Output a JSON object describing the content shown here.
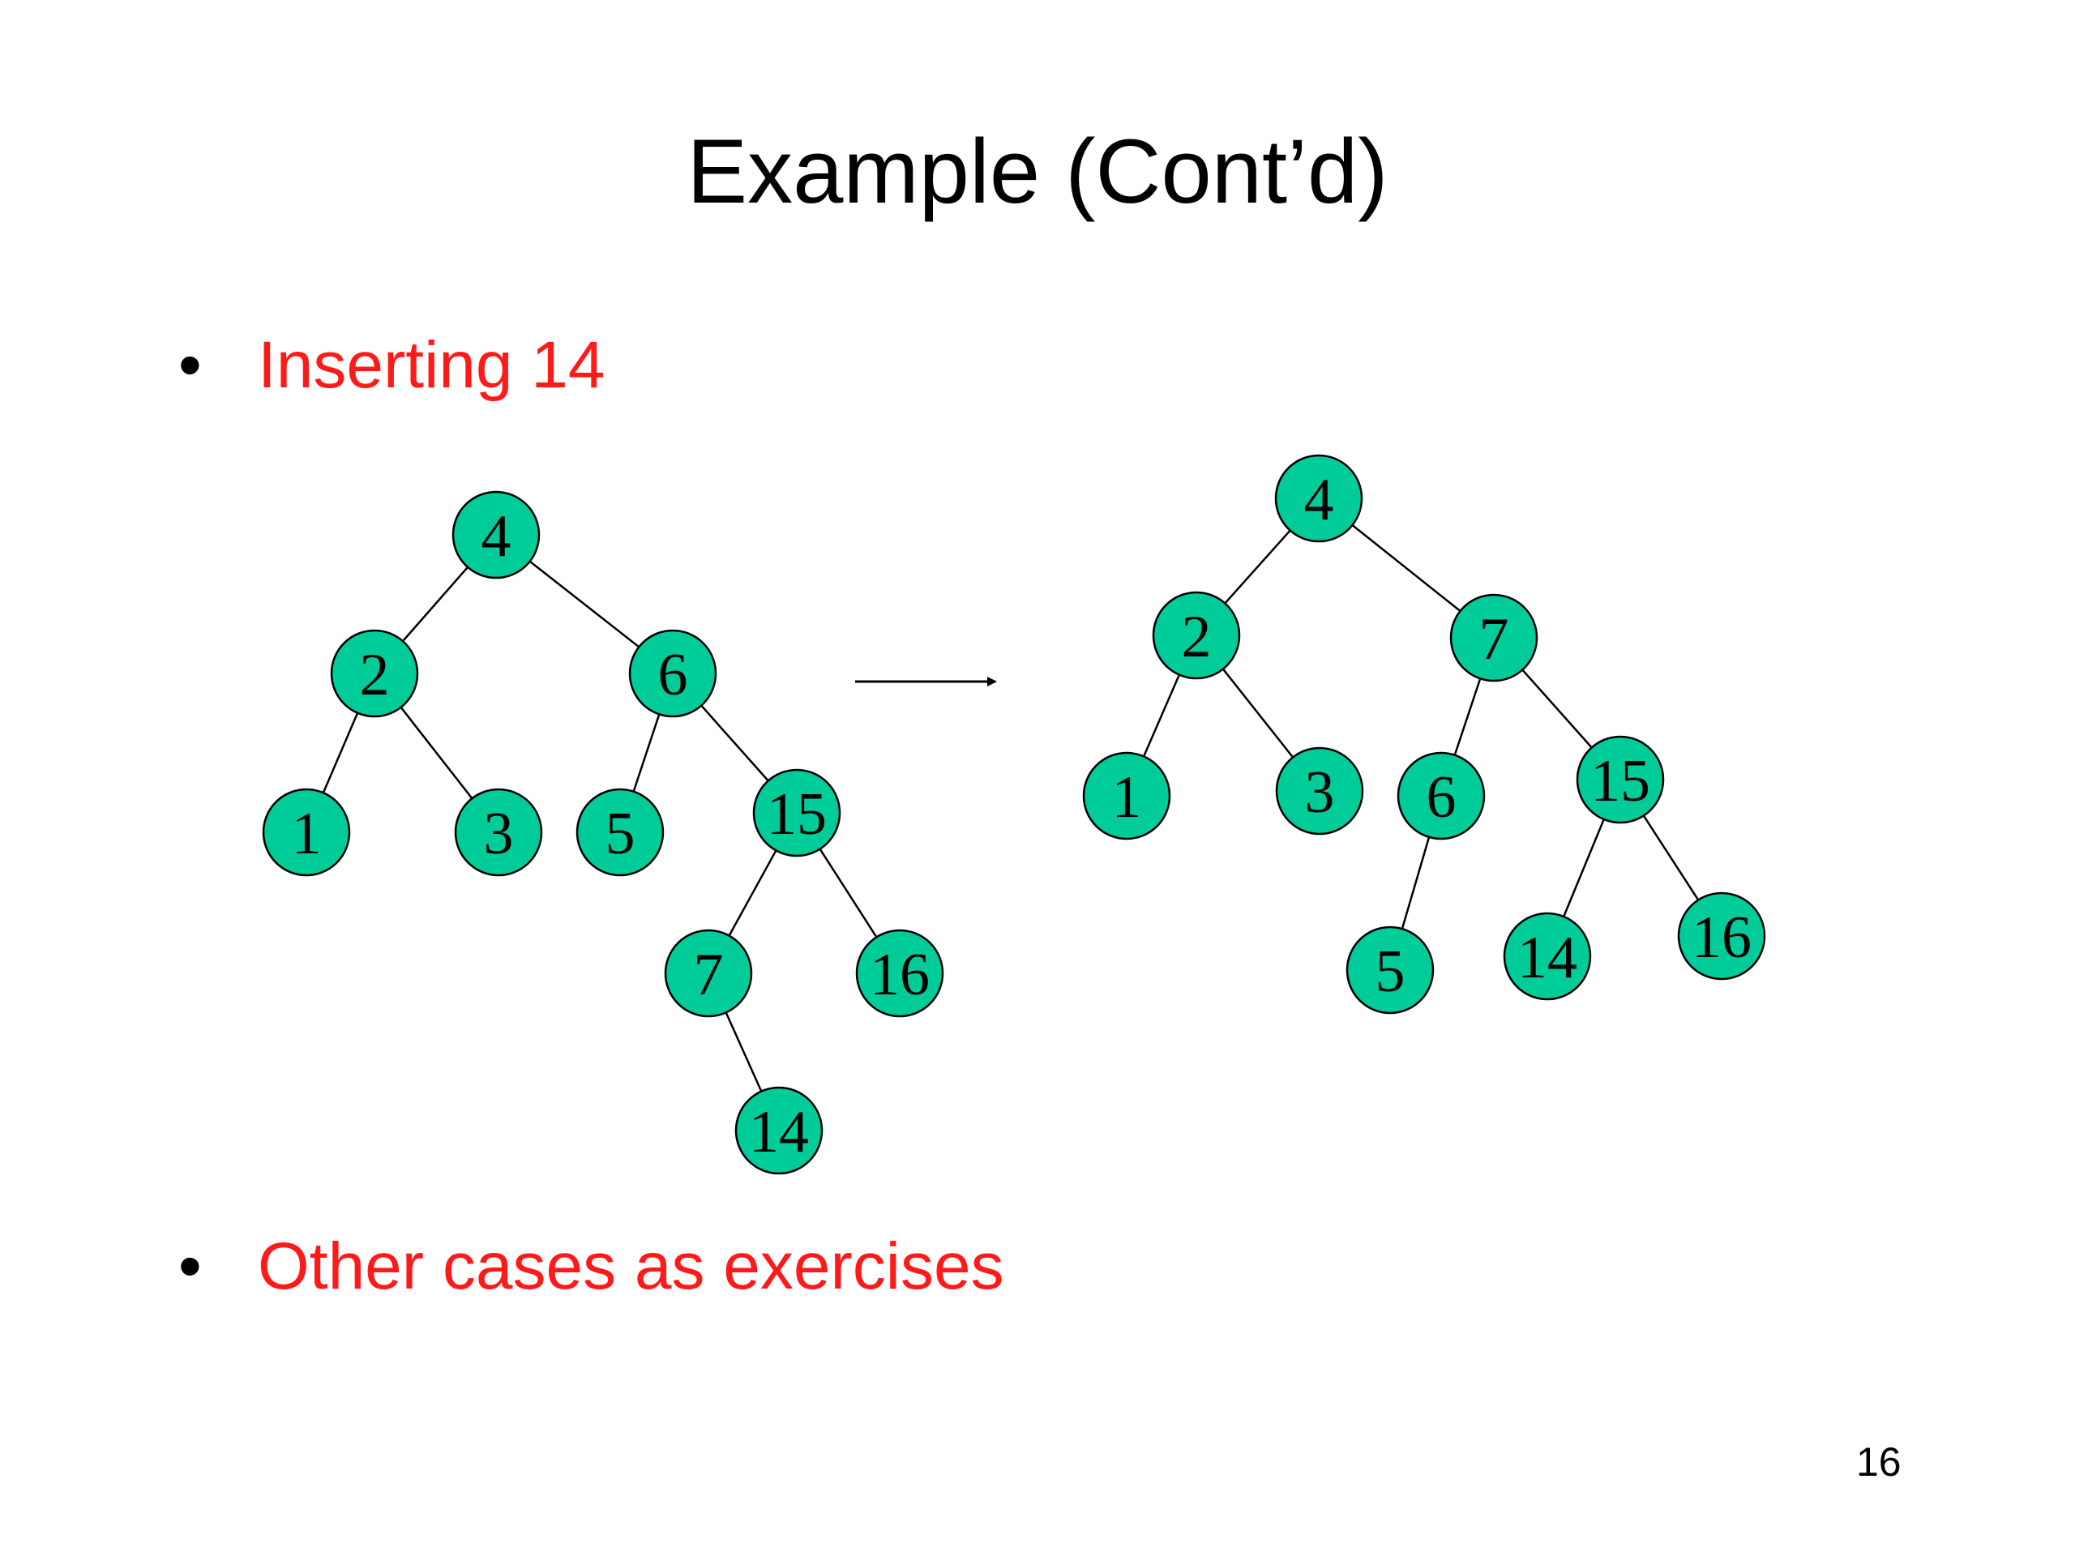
{
  "title": "Example (Cont’d)",
  "bullets": [
    {
      "symbol": "•",
      "text": "Inserting 14"
    },
    {
      "symbol": "•",
      "text": "Other cases as exercises"
    }
  ],
  "page_number": "16",
  "colors": {
    "node_fill": "#00cc99",
    "edge": "#000000",
    "bullet_text": "#ff1a1a"
  },
  "trees": {
    "before": {
      "nodes": [
        {
          "id": "b4",
          "label": "4"
        },
        {
          "id": "b2",
          "label": "2"
        },
        {
          "id": "b6",
          "label": "6"
        },
        {
          "id": "b1",
          "label": "1"
        },
        {
          "id": "b3",
          "label": "3"
        },
        {
          "id": "b5",
          "label": "5"
        },
        {
          "id": "b15",
          "label": "15"
        },
        {
          "id": "b7",
          "label": "7"
        },
        {
          "id": "b16",
          "label": "16"
        },
        {
          "id": "b14",
          "label": "14"
        }
      ],
      "edges": [
        [
          "b4",
          "b2"
        ],
        [
          "b4",
          "b6"
        ],
        [
          "b2",
          "b1"
        ],
        [
          "b2",
          "b3"
        ],
        [
          "b6",
          "b5"
        ],
        [
          "b6",
          "b15"
        ],
        [
          "b15",
          "b7"
        ],
        [
          "b15",
          "b16"
        ],
        [
          "b7",
          "b14"
        ]
      ]
    },
    "after": {
      "nodes": [
        {
          "id": "a4",
          "label": "4"
        },
        {
          "id": "a2",
          "label": "2"
        },
        {
          "id": "a7",
          "label": "7"
        },
        {
          "id": "a1",
          "label": "1"
        },
        {
          "id": "a3",
          "label": "3"
        },
        {
          "id": "a6",
          "label": "6"
        },
        {
          "id": "a15",
          "label": "15"
        },
        {
          "id": "a5",
          "label": "5"
        },
        {
          "id": "a14",
          "label": "14"
        },
        {
          "id": "a16",
          "label": "16"
        }
      ],
      "edges": [
        [
          "a4",
          "a2"
        ],
        [
          "a4",
          "a7"
        ],
        [
          "a2",
          "a1"
        ],
        [
          "a2",
          "a3"
        ],
        [
          "a7",
          "a6"
        ],
        [
          "a7",
          "a15"
        ],
        [
          "a6",
          "a5"
        ],
        [
          "a15",
          "a14"
        ],
        [
          "a15",
          "a16"
        ]
      ]
    }
  }
}
